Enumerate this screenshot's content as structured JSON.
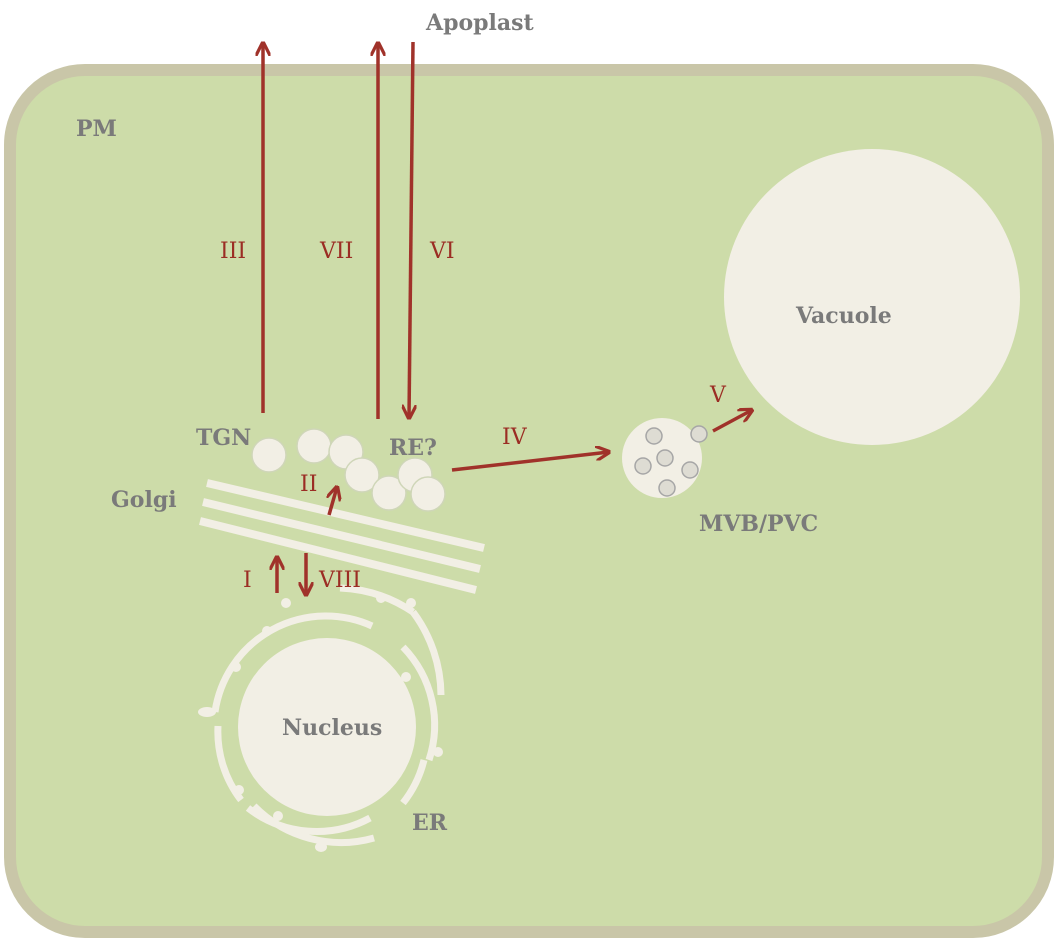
{
  "diagram": {
    "labels": {
      "apoplast": "Apoplast",
      "pm": "PM",
      "tgn": "TGN",
      "re": "RE?",
      "golgi": "Golgi",
      "mvb_pvc": "MVB/PVC",
      "vacuole": "Vacuole",
      "nucleus": "Nucleus",
      "er": "ER"
    },
    "pathways": {
      "i": "I",
      "ii": "II",
      "iii": "III",
      "iv": "IV",
      "v": "V",
      "vi": "VI",
      "vii": "VII",
      "viii": "VIII"
    },
    "colors": {
      "cell_fill": "#cddca9",
      "cell_wall": "#c9c6a8",
      "organelle": "#f2efe5",
      "arrow": "#a0322a",
      "label_gray": "#7a7a7a",
      "roman_red": "#9b2d24"
    }
  }
}
